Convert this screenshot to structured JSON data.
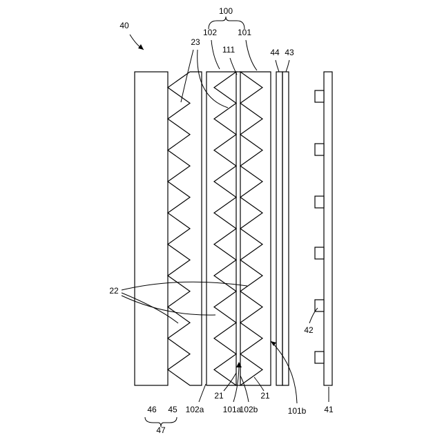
{
  "figure_number": "40",
  "labels": {
    "group_100": "100",
    "l102_top": "102",
    "l101_top": "101",
    "l23": "23",
    "l111": "111",
    "l44": "44",
    "l43": "43",
    "l22": "22",
    "l42": "42",
    "l46": "46",
    "l45": "45",
    "l47": "47",
    "l102a": "102a",
    "l21_left": "21",
    "l101a": "101a",
    "l102b": "102b",
    "l21_right": "21",
    "l101b": "101b",
    "l41": "41"
  },
  "colors": {
    "ink": "#000000",
    "paper": "#ffffff"
  }
}
